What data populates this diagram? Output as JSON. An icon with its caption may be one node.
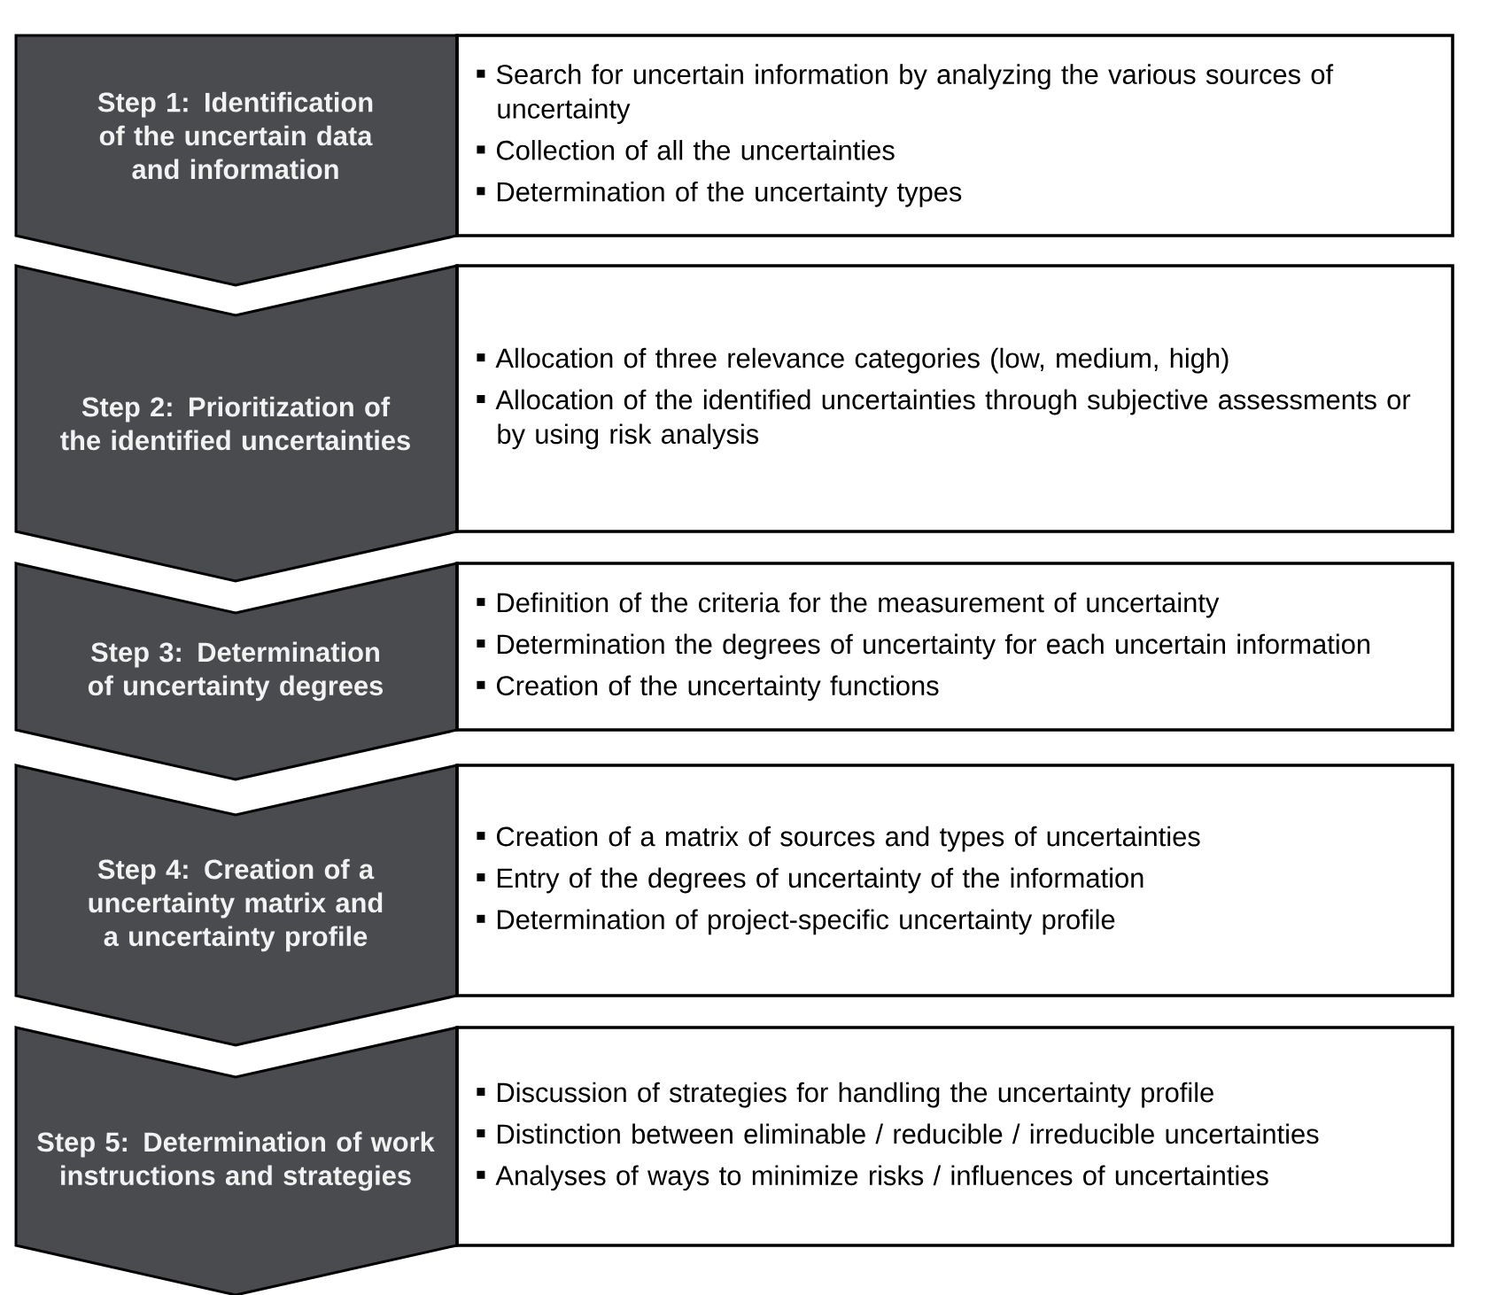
{
  "diagram": {
    "nodes": [
      {
        "text": [
          "Step 1: Identification of the uncertain data and information"
        ]
      },
      {
        "text": [
          "Search for uncertain information by analyzing the various sources of uncertainty",
          "Collection of all the uncertainties",
          "Determination of the uncertainty types"
        ]
      },
      {
        "text": [
          "Step 2: Prioritization of the identified uncertainties"
        ]
      },
      {
        "text": [
          "Allocation of three relevance categories (low, medium, high)",
          "Allocation of the identified uncertainties through subjective assessments or by using risk analysis"
        ]
      },
      {
        "text": [
          "Step 3: Determination of uncertainty degrees"
        ]
      },
      {
        "text": [
          "Definition of the criteria for the measurement of uncertainty",
          "Determination the degrees of uncertainty for each uncertain information",
          "Creation of the uncertainty functions"
        ]
      },
      {
        "text": [
          "Step 4: Creation of a uncertainty matrix and a uncertainty profile"
        ]
      },
      {
        "text": [
          "Creation of a matrix of sources and types of uncertainties",
          "Entry  of the degrees of uncertainty of the information",
          "Determination of project-specific uncertainty profile"
        ]
      },
      {
        "text": [
          "Step 5: Determination of work instructions and strategies"
        ]
      },
      {
        "text": [
          "Discussion of strategies for handling the uncertainty profile",
          "Distinction between eliminable / reducible / irreducible uncertainties",
          "Analyses of ways to minimize risks / influences of uncertainties"
        ]
      }
    ]
  }
}
